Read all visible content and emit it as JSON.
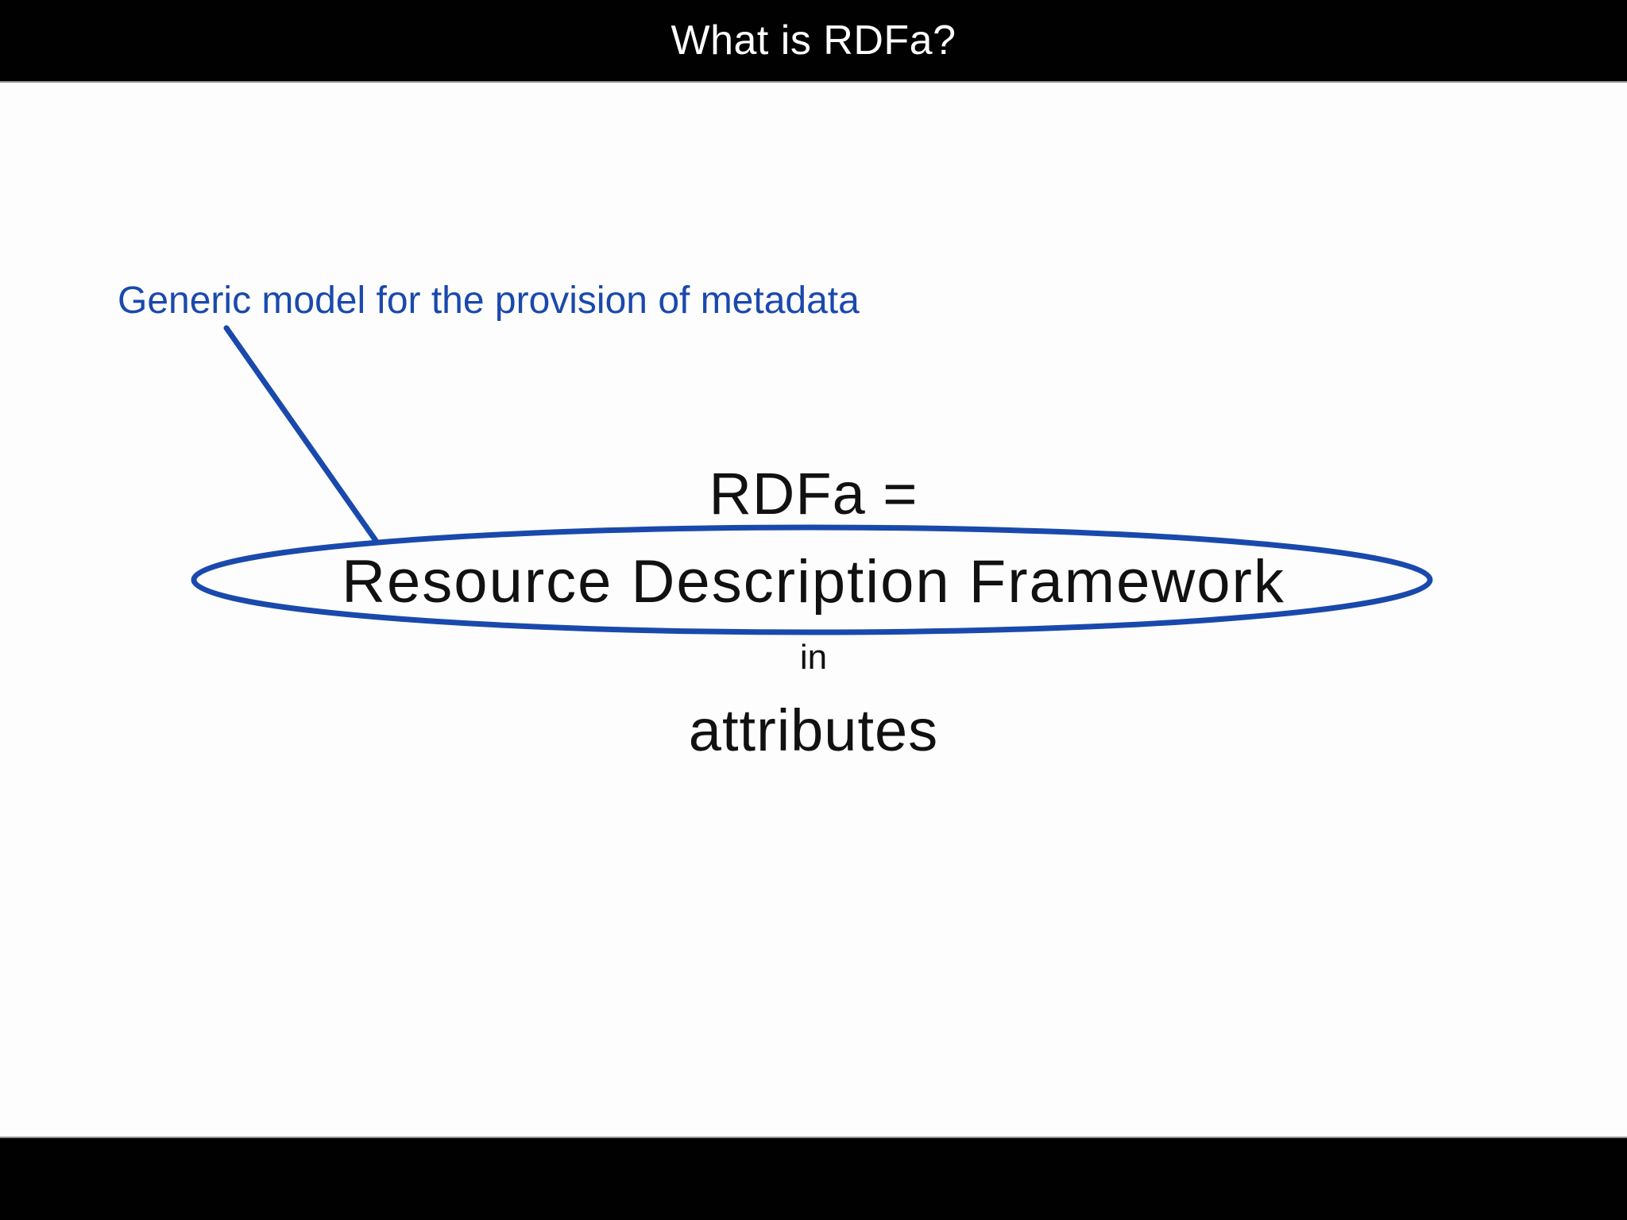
{
  "slide": {
    "title": "What is RDFa?",
    "annotation": "Generic model for the provision of metadata",
    "equation_lhs": "RDFa =",
    "circled_text": "Resource Description Framework",
    "connector_word": "in",
    "emphasis_word": "attributes"
  },
  "colors": {
    "accent_blue": "#1a49ac",
    "bar_black": "#010101",
    "text_black": "#111111",
    "title_white": "#ffffff",
    "background_white": "#fdfdfd"
  }
}
